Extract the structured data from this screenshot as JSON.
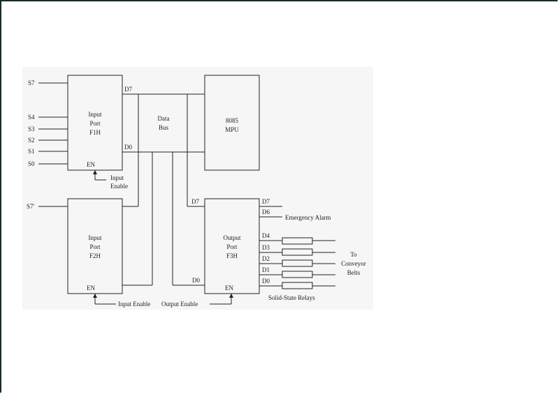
{
  "diagram": {
    "input_port_1": {
      "lines": [
        "Input",
        "Port",
        "F1H"
      ],
      "en": "EN",
      "enable_label": [
        "Input",
        "Enable"
      ],
      "signals": [
        "S7",
        "S4",
        "S3",
        "S2",
        "S1",
        "S0"
      ],
      "d_top": "D7",
      "d_bottom": "D0"
    },
    "input_port_2": {
      "lines": [
        "Input",
        "Port",
        "F2H"
      ],
      "en": "EN",
      "signal": "S7'",
      "enable_label": "Input Enable"
    },
    "bus_label": [
      "Data",
      "Bus"
    ],
    "mpu": [
      "8085",
      "MPU"
    ],
    "output_port": {
      "lines": [
        "Output",
        "Port",
        "F3H"
      ],
      "en": "EN",
      "enable_label": "Output Enable",
      "d_top": "D7",
      "d_bottom": "D0",
      "outputs": [
        "D7",
        "D6",
        "D4",
        "D3",
        "D2",
        "D1",
        "D0"
      ]
    },
    "emergency_alarm": "Emergency Alarm",
    "relays_label": "Solid-State Relays",
    "conveyor_label": [
      "To",
      "Conveyor",
      "Belts"
    ]
  }
}
